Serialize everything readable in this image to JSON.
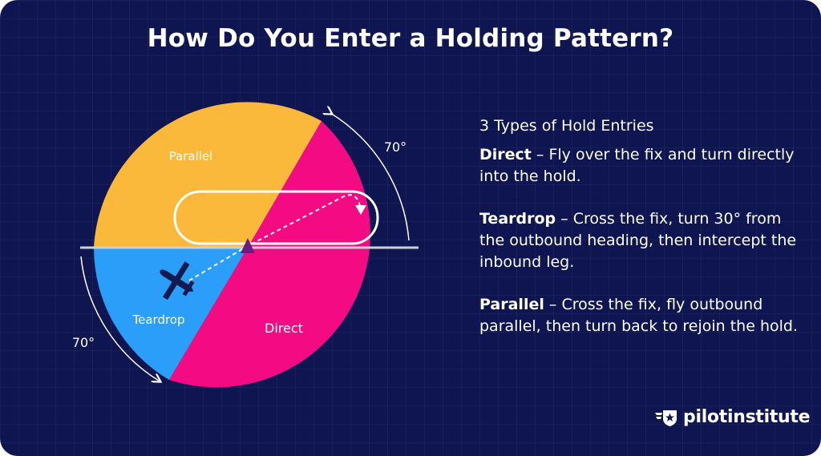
{
  "title": "How Do You Enter a Holding Pattern?",
  "diagram": {
    "sectors": {
      "parallel": "Parallel",
      "teardrop": "Teardrop",
      "direct": "Direct"
    },
    "angle_top": "70°",
    "angle_left": "70°",
    "colors": {
      "parallel": "#fbb93c",
      "teardrop": "#2a9ef8",
      "direct": "#f40b83",
      "background": "#0f1550"
    }
  },
  "panel": {
    "heading": "3 Types of Hold Entries",
    "entries": [
      {
        "name": "Direct",
        "text": " – Fly over the fix and turn directly into the hold."
      },
      {
        "name": "Teardrop",
        "text": " – Cross the fix, turn 30° from the outbound heading, then intercept the inbound leg."
      },
      {
        "name": "Parallel",
        "text": " – Cross the fix, fly outbound parallel, then turn back to rejoin the hold."
      }
    ]
  },
  "brand": {
    "name": "pilotinstitute",
    "icon": "winged-star-logo-icon"
  }
}
